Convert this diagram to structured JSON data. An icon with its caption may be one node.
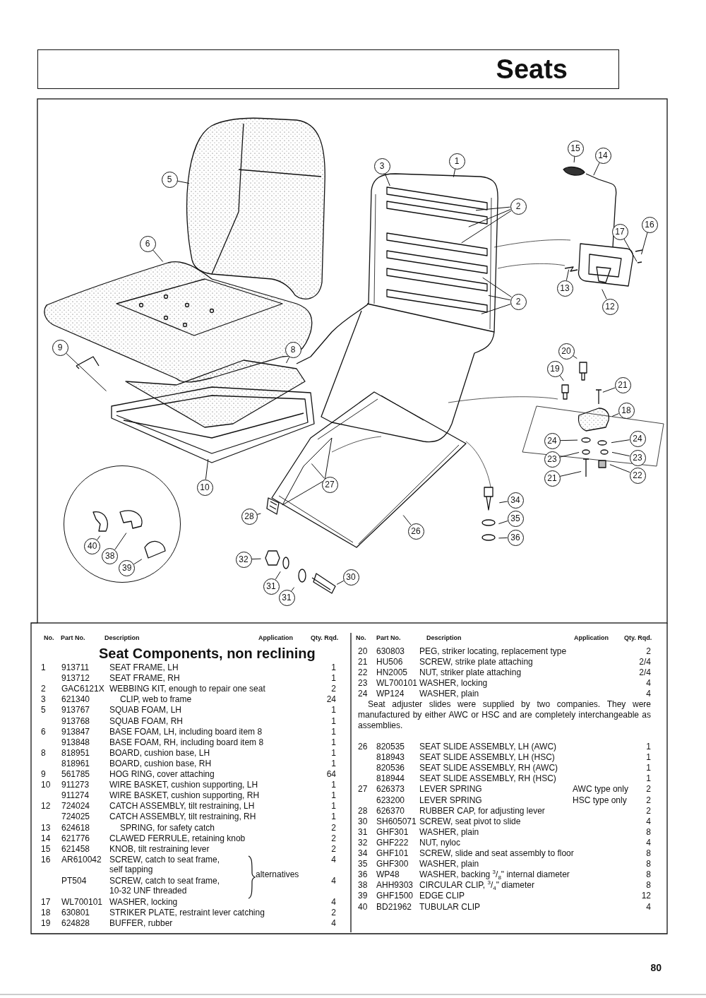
{
  "diagram": {
    "title": "Seats",
    "nodes": [
      {
        "text": [
          "3"
        ]
      },
      {
        "text": [
          "1"
        ]
      },
      {
        "text": [
          "15"
        ]
      },
      {
        "text": [
          "14"
        ]
      },
      {
        "text": [
          "5"
        ]
      },
      {
        "text": [
          "2"
        ]
      },
      {
        "text": [
          "16"
        ]
      },
      {
        "text": [
          "17"
        ]
      },
      {
        "text": [
          "6"
        ]
      },
      {
        "text": [
          "13"
        ]
      },
      {
        "text": [
          "2"
        ]
      },
      {
        "text": [
          "12"
        ]
      },
      {
        "text": [
          "9"
        ]
      },
      {
        "text": [
          "8"
        ]
      },
      {
        "text": [
          "20"
        ]
      },
      {
        "text": [
          "19"
        ]
      },
      {
        "text": [
          "21"
        ]
      },
      {
        "text": [
          "18"
        ]
      },
      {
        "text": [
          "24"
        ]
      },
      {
        "text": [
          "24"
        ]
      },
      {
        "text": [
          "23"
        ]
      },
      {
        "text": [
          "23"
        ]
      },
      {
        "text": [
          "21"
        ]
      },
      {
        "text": [
          "22"
        ]
      },
      {
        "text": [
          "10"
        ]
      },
      {
        "text": [
          "27"
        ]
      },
      {
        "text": [
          "34"
        ]
      },
      {
        "text": [
          "28"
        ]
      },
      {
        "text": [
          "35"
        ]
      },
      {
        "text": [],
        "shape": "circle"
      },
      {
        "text": [
          "40"
        ],
        "in": 29
      },
      {
        "text": [
          "26"
        ]
      },
      {
        "text": [
          "36"
        ]
      },
      {
        "text": [
          "38"
        ],
        "in": 29
      },
      {
        "text": [
          "32"
        ]
      },
      {
        "text": [
          "39"
        ],
        "in": 29
      },
      {
        "text": [
          "30"
        ]
      },
      {
        "text": [
          "31"
        ]
      },
      {
        "text": [
          "31"
        ]
      }
    ],
    "edges": [
      {
        "from": 0,
        "to": null,
        "arrow": "none"
      },
      {
        "from": 1,
        "to": null,
        "arrow": "none"
      },
      {
        "from": 2,
        "to": null,
        "arrow": "none"
      },
      {
        "from": 3,
        "to": null,
        "arrow": "none"
      },
      {
        "from": 4,
        "to": null,
        "arrow": "none"
      },
      {
        "from": 5,
        "to": null,
        "arrow": "none"
      },
      {
        "from": 5,
        "to": null,
        "arrow": "none"
      },
      {
        "from": 5,
        "to": null,
        "arrow": "none"
      },
      {
        "from": 6,
        "to": null,
        "arrow": "none"
      },
      {
        "from": 7,
        "to": null,
        "arrow": "none"
      },
      {
        "from": 8,
        "to": null,
        "arrow": "none"
      },
      {
        "from": 9,
        "to": null,
        "arrow": "none"
      },
      {
        "from": 10,
        "to": null,
        "arrow": "none"
      },
      {
        "from": 10,
        "to": null,
        "arrow": "none"
      },
      {
        "from": 10,
        "to": null,
        "arrow": "none"
      },
      {
        "from": 11,
        "to": null,
        "arrow": "none"
      },
      {
        "from": 12,
        "to": null,
        "arrow": "none"
      },
      {
        "from": 13,
        "to": null,
        "arrow": "none"
      },
      {
        "from": 14,
        "to": null,
        "arrow": "none"
      },
      {
        "from": 15,
        "to": null,
        "arrow": "none"
      },
      {
        "from": 16,
        "to": null,
        "arrow": "none"
      },
      {
        "from": 17,
        "to": null,
        "arrow": "none"
      },
      {
        "from": 18,
        "to": null,
        "arrow": "none"
      },
      {
        "from": 19,
        "to": null,
        "arrow": "none"
      },
      {
        "from": 20,
        "to": null,
        "arrow": "none"
      },
      {
        "from": 21,
        "to": null,
        "arrow": "none"
      },
      {
        "from": 22,
        "to": null,
        "arrow": "none"
      },
      {
        "from": 23,
        "to": null,
        "arrow": "none"
      },
      {
        "from": 24,
        "to": null,
        "arrow": "none"
      },
      {
        "from": 25,
        "to": null,
        "arrow": "none"
      },
      {
        "from": 26,
        "to": null,
        "arrow": "none"
      },
      {
        "from": 27,
        "to": null,
        "arrow": "none"
      },
      {
        "from": 28,
        "to": null,
        "arrow": "none"
      },
      {
        "from": 30,
        "to": null,
        "arrow": "none"
      },
      {
        "from": 31,
        "to": null,
        "arrow": "none"
      },
      {
        "from": 32,
        "to": null,
        "arrow": "none"
      },
      {
        "from": 33,
        "to": null,
        "arrow": "none"
      },
      {
        "from": 34,
        "to": null,
        "arrow": "none"
      },
      {
        "from": 35,
        "to": null,
        "arrow": "none"
      },
      {
        "from": 36,
        "to": null,
        "arrow": "none"
      },
      {
        "from": 37,
        "to": null,
        "arrow": "none"
      },
      {
        "from": 38,
        "to": null,
        "arrow": "none"
      }
    ],
    "labels": [
      "No.",
      "Part No.",
      "Description",
      "Application",
      "Qty. Rqd.",
      "Seat Components, non reclining",
      "1",
      "913711",
      "SEAT FRAME, LH",
      "1",
      "913712",
      "SEAT FRAME, RH",
      "1",
      "2",
      "GAC6121X",
      "WEBBING KIT, enough to repair one seat",
      "2",
      "3",
      "621340",
      "CLIP, web to frame",
      "24",
      "5",
      "913767",
      "SQUAB FOAM, LH",
      "1",
      "913768",
      "SQUAB FOAM, RH",
      "1",
      "6",
      "913847",
      "BASE FOAM, LH, including board item 8",
      "1",
      "913848",
      "BASE FOAM, RH, including board item 8",
      "1",
      "8",
      "818951",
      "BOARD, cushion base, LH",
      "1",
      "818961",
      "BOARD, cushion base, RH",
      "1",
      "9",
      "561785",
      "HOG RING, cover attaching",
      "64",
      "10",
      "911273",
      "WIRE BASKET, cushion supporting, LH",
      "1",
      "911274",
      "WIRE BASKET, cushion supporting, RH",
      "1",
      "12",
      "724024",
      "CATCH ASSEMBLY, tilt restraining, LH",
      "1",
      "724025",
      "CATCH ASSEMBLY, tilt restraining, RH",
      "1",
      "13",
      "624618",
      "SPRING, for safety catch",
      "2",
      "14",
      "621776",
      "CLAWED FERRULE, retaining knob",
      "2",
      "15",
      "621458",
      "KNOB, tilt restraining lever",
      "2",
      "16",
      "AR610042",
      "SCREW, catch to seat frame, self tapping",
      "alternatives",
      "4",
      "PT504",
      "SCREW, catch to seat frame, 10-32 UNF threaded",
      "4",
      "17",
      "WL700101",
      "WASHER, locking",
      "4",
      "18",
      "630801",
      "STRIKER PLATE, restraint lever catching",
      "2",
      "19",
      "624828",
      "BUFFER, rubber",
      "4",
      "No.",
      "Part No.",
      "Description",
      "Application",
      "Qty. Rqd.",
      "20",
      "630803",
      "PEG, striker locating, replacement type",
      "2",
      "21",
      "HU506",
      "SCREW, strike plate attaching",
      "2/4",
      "22",
      "HN2005",
      "NUT, striker plate attaching",
      "2/4",
      "23",
      "WL700101",
      "WASHER, locking",
      "4",
      "24",
      "WP124",
      "WASHER, plain",
      "4",
      "Seat adjuster slides were supplied by two companies. They were manufactured by either AWC or HSC and are completely interchangeable as assemblies.",
      "26",
      "820535",
      "SEAT SLIDE ASSEMBLY, LH (AWC)",
      "1",
      "818943",
      "SEAT SLIDE ASSEMBLY, LH (HSC)",
      "1",
      "820536",
      "SEAT SLIDE ASSEMBLY, RH (AWC)",
      "1",
      "818944",
      "SEAT SLIDE ASSEMBLY, RH (HSC)",
      "1",
      "27",
      "626373",
      "LEVER SPRING",
      "AWC type only",
      "2",
      "623200",
      "LEVER SPRING",
      "HSC type only",
      "2",
      "28",
      "626370",
      "RUBBER CAP, for adjusting lever",
      "2",
      "30",
      "SH605071",
      "SCREW, seat pivot to slide",
      "4",
      "31",
      "GHF301",
      "WASHER, plain",
      "8",
      "32",
      "GHF222",
      "NUT, nyloc",
      "4",
      "34",
      "GHF101",
      "SCREW, slide and seat assembly to floor",
      "8",
      "35",
      "GHF300",
      "WASHER, plain",
      "8",
      "36",
      "WP48",
      "WASHER, backing $^{3}$/$_{8}$\" internal diameter",
      "8",
      "38",
      "AHH9303",
      "CIRCULAR CLIP, $^{3}$/$_{4}$\" diameter",
      "8",
      "39",
      "GHF1500",
      "EDGE CLIP",
      "12",
      "40",
      "BD21962",
      "TUBULAR CLIP",
      "4",
      "80"
    ]
  }
}
